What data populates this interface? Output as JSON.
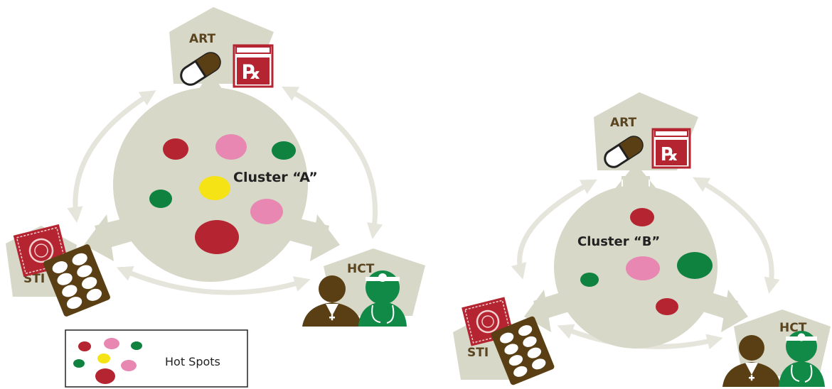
{
  "colors": {
    "panel": "#d7d8c8",
    "arrow": "#e6e5dc",
    "label": "#5a4520",
    "red": "#b52431",
    "pink": "#e787b2",
    "green": "#0f823f",
    "yellow": "#f6e316",
    "brown": "#5a3f14",
    "rx_red": "#b52431",
    "doctor_green": "#128a47"
  },
  "clusters": [
    {
      "id": "A",
      "label": "Cluster “A”",
      "art_label": "ART",
      "sti_label": "STI",
      "hct_label": "HCT",
      "rx_label": "℞",
      "hot_spots": [
        {
          "color": "red",
          "size": "medium"
        },
        {
          "color": "pink",
          "size": "medium"
        },
        {
          "color": "green",
          "size": "small"
        },
        {
          "color": "yellow",
          "size": "medium"
        },
        {
          "color": "green",
          "size": "small"
        },
        {
          "color": "pink",
          "size": "medium"
        },
        {
          "color": "red",
          "size": "large"
        }
      ]
    },
    {
      "id": "B",
      "label": "Cluster “B”",
      "art_label": "ART",
      "sti_label": "STI",
      "hct_label": "HCT",
      "rx_label": "℞",
      "hot_spots": [
        {
          "color": "red",
          "size": "small"
        },
        {
          "color": "pink",
          "size": "medium"
        },
        {
          "color": "green",
          "size": "large"
        },
        {
          "color": "green",
          "size": "small"
        },
        {
          "color": "red",
          "size": "small"
        }
      ]
    }
  ],
  "legend": {
    "label": "Hot Spots",
    "swatches": [
      "red",
      "pink",
      "green",
      "green",
      "yellow",
      "pink",
      "red"
    ]
  }
}
